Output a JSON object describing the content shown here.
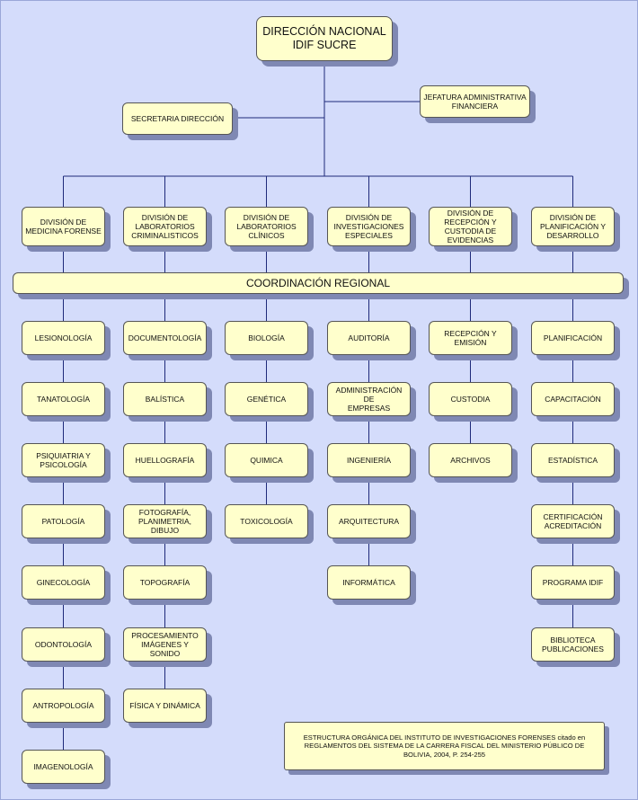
{
  "top": {
    "line1": "DIRECCIÓN NACIONAL",
    "line2": "IDIF SUCRE"
  },
  "staff": {
    "secretaria": "SECRETARIA DIRECCIÓN",
    "jefatura": "JEFATURA ADMINISTRATIVA\nFINANCIERA"
  },
  "divisions": [
    {
      "label": "DIVISIÓN DE\nMEDICINA FORENSE",
      "units": [
        "LESIONOLOGÍA",
        "TANATOLOGÍA",
        "PSIQUIATRIA Y\nPSICOLOGÍA",
        "PATOLOGÍA",
        "GINECOLOGÍA",
        "ODONTOLOGÍA",
        "ANTROPOLOGÍA",
        "IMAGENOLOGÍA"
      ]
    },
    {
      "label": "DIVISIÓN DE\nLABORATORIOS\nCRIMINALISTICOS",
      "units": [
        "DOCUMENTOLOGÍA",
        "BALÍSTICA",
        "HUELLOGRAFÍA",
        "FOTOGRAFÍA,\nPLANIMETRIA, DIBUJO",
        "TOPOGRAFÍA",
        "PROCESAMIENTO\nIMÁGENES Y SONIDO",
        "FÍSICA Y DINÁMICA"
      ]
    },
    {
      "label": "DIVISIÓN DE\nLABORATORIOS\nCLÍNICOS",
      "units": [
        "BIOLOGÍA",
        "GENÉTICA",
        "QUIMICA",
        "TOXICOLOGÍA"
      ]
    },
    {
      "label": "DIVISIÓN DE\nINVESTIGACIONES\nESPECIALES",
      "units": [
        "AUDITORÍA",
        "ADMINISTRACIÓN DE\nEMPRESAS",
        "INGENIERÍA",
        "ARQUITECTURA",
        "INFORMÁTICA"
      ]
    },
    {
      "label": "DIVISIÓN DE\nRECEPCIÓN Y\nCUSTODIA DE\nEVIDENCIAS",
      "units": [
        "RECEPCIÓN Y\nEMISIÓN",
        "CUSTODIA",
        "ARCHIVOS"
      ]
    },
    {
      "label": "DIVISIÓN DE\nPLANIFICACIÓN Y\nDESARROLLO",
      "units": [
        "PLANIFICACIÓN",
        "CAPACITACIÓN",
        "ESTADÍSTICA",
        "CERTIFICACIÓN\nACREDITACIÓN",
        "PROGRAMA IDIF",
        "BIBLIOTECA\nPUBLICACIONES"
      ]
    }
  ],
  "coordination": "COORDINACIÓN REGIONAL",
  "note": {
    "main": "ESTRUCTURA ORGÁNICA DEL INSTITUTO DE INVESTIGACIONES FORENSES",
    "cited": "citado en",
    "rest": "REGLAMENTOS DEL SISTEMA DE LA CARRERA FISCAL DEL MINISTERIO PÚBLICO DE BOLIVIA, 2004, P. 254-255"
  },
  "colors": {
    "box_fill": "#ffffcc",
    "background": "#d4dcfb",
    "shadow": "#7f88b3",
    "line": "#1e2a7a"
  }
}
